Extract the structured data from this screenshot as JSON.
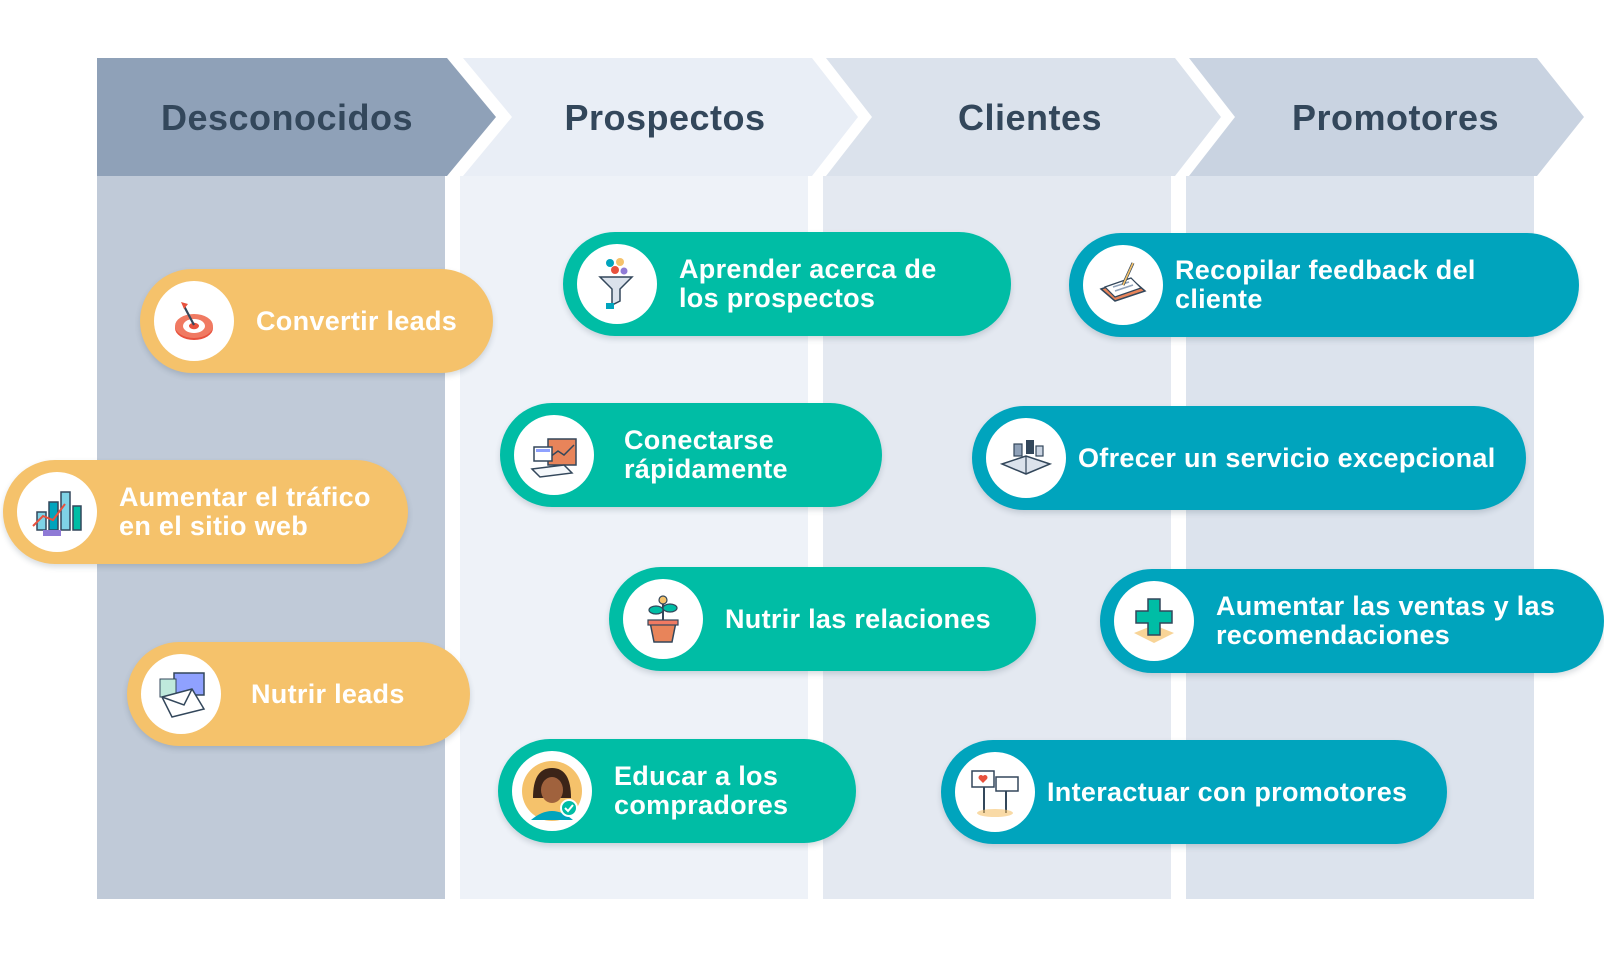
{
  "stages": [
    {
      "title": "Desconocidos"
    },
    {
      "title": "Prospectos"
    },
    {
      "title": "Clientes"
    },
    {
      "title": "Promotores"
    }
  ],
  "colors": {
    "stage_headers": [
      "#8fa1b8",
      "#e9eef6",
      "#dbe2ec",
      "#c9d3e1"
    ],
    "orange": "#f5c26b",
    "green": "#00bda5",
    "blue": "#00a4bd",
    "title_text": "#33475b"
  },
  "actions": {
    "convertir_leads": {
      "label": "Convertir leads",
      "icon": "target-icon"
    },
    "aumentar_trafico": {
      "label": "Aumentar el tráfico en el sitio web",
      "icon": "bar-chart-icon"
    },
    "nutrir_leads": {
      "label": "Nutrir leads",
      "icon": "email-icon"
    },
    "aprender": {
      "label": "Aprender acerca de los prospectos",
      "icon": "funnel-icon"
    },
    "conectarse": {
      "label": "Conectarse rápidamente",
      "icon": "briefcase-icon"
    },
    "nutrir_relaciones": {
      "label": "Nutrir las relaciones",
      "icon": "plant-icon"
    },
    "educar": {
      "label": "Educar a los compradores",
      "icon": "buyer-avatar-icon"
    },
    "recopilar": {
      "label": "Recopilar feedback del cliente",
      "icon": "clipboard-icon"
    },
    "ofrecer": {
      "label": "Ofrecer un servicio excepcional",
      "icon": "service-book-icon"
    },
    "aumentar_ventas": {
      "label": "Aumentar las ventas y las recomendaciones",
      "icon": "plus-icon"
    },
    "interactuar": {
      "label": "Interactuar con promotores",
      "icon": "signs-icon"
    }
  }
}
